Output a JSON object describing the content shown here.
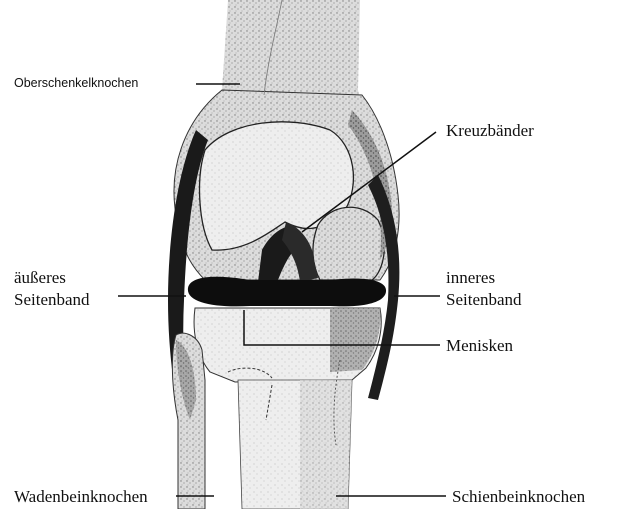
{
  "labels": {
    "femur": "Oberschenkelknochen",
    "cruciate": "Kreuzbänder",
    "lateral_line1": "äußeres",
    "lateral_line2": "Seitenband",
    "medial_line1": "inneres",
    "medial_line2": "Seitenband",
    "menisci": "Menisken",
    "fibula": "Wadenbeinknochen",
    "tibia": "Schienbeinknochen"
  }
}
